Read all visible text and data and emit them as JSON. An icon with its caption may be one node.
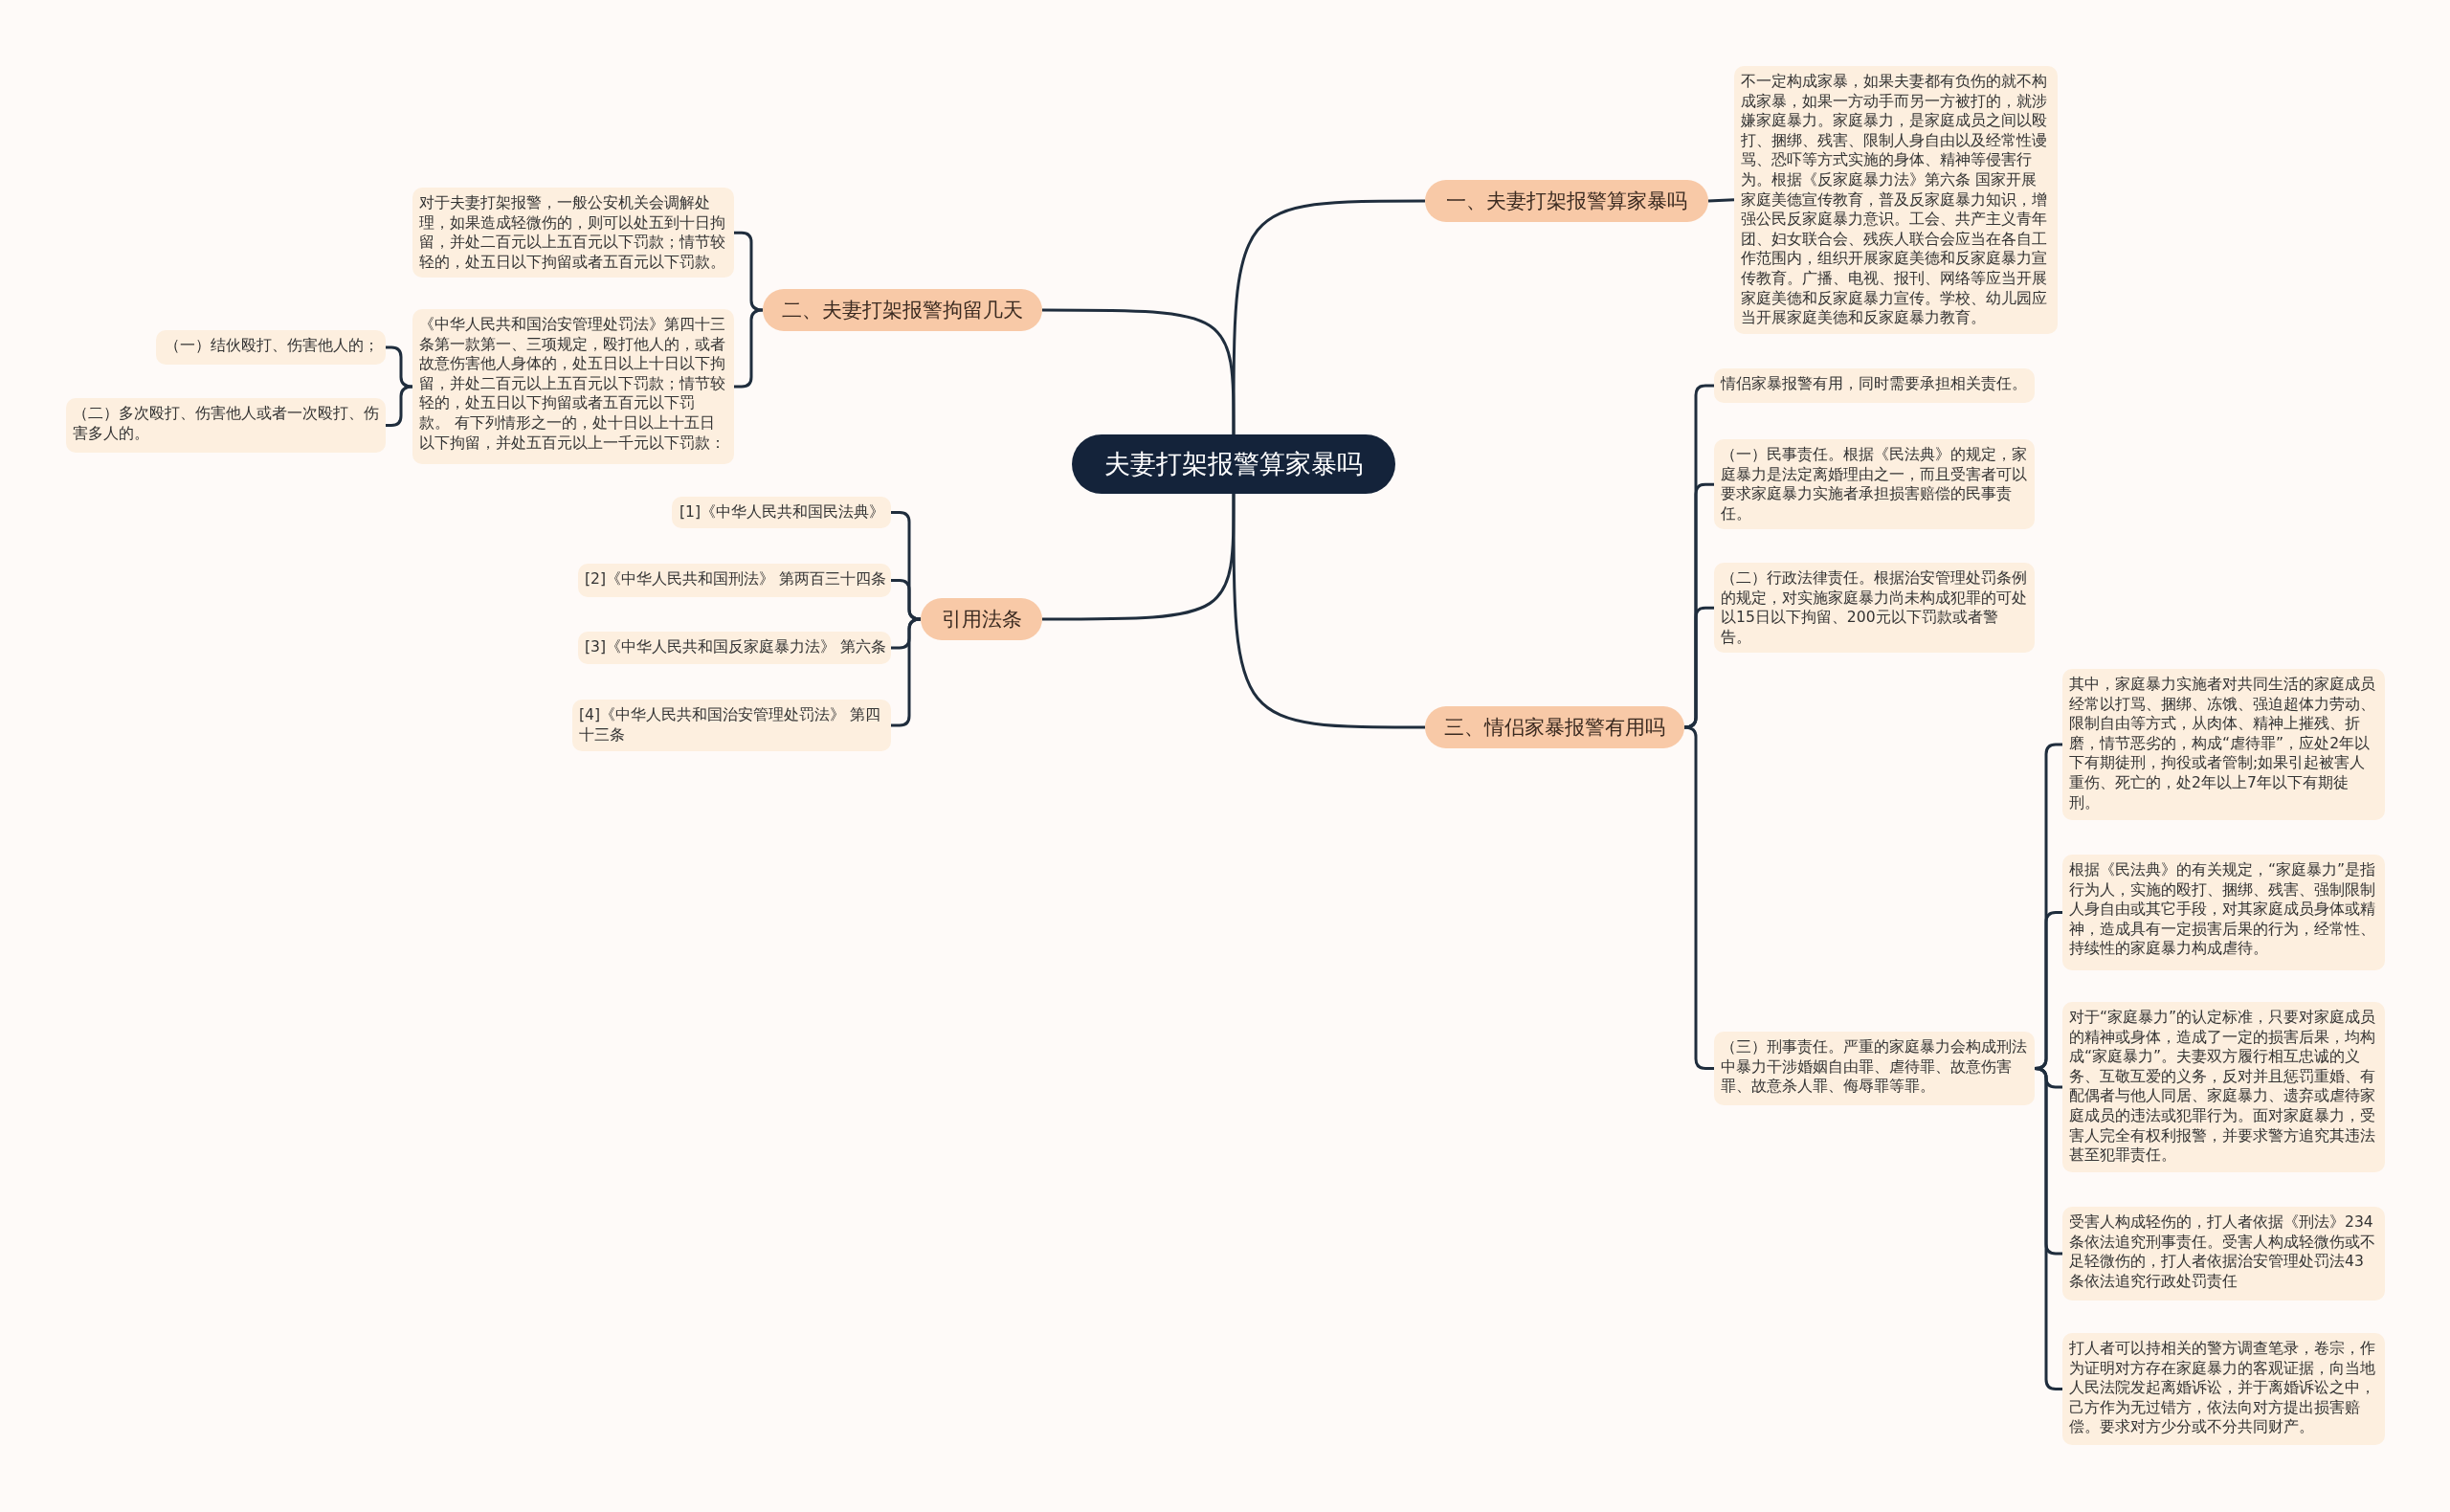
{
  "diagram": {
    "nodes": [
      {
        "text": [
          "夫妻打架报警算家暴吗"
        ]
      },
      {
        "text": [
          "一、夫妻打架报警算家暴吗"
        ]
      },
      {
        "text": [
          "不一定构成家暴，如果夫妻都有负伤的就不构成家暴，如果一方动手而另一方被打的，就涉嫌家庭暴力。家庭暴力，是家庭成员之间以殴打、捆绑、残害、限制人身自由以及经常性谩骂、恐吓等方式实施的身体、精神等侵害行为。根据《反家庭暴力法》第六条 国家开展家庭美德宣传教育，普及反家庭暴力知识，增强公民反家庭暴力意识。工会、共产主义青年团、妇女联合会、残疾人联合会应当在各自工作范围内，组织开展家庭美德和反家庭暴力宣传教育。广播、电视、报刊、网络等应当开展家庭美德和反家庭暴力宣传。学校、幼儿园应当开展家庭美德和反家庭暴力教育。"
        ]
      },
      {
        "text": [
          "二、夫妻打架报警拘留几天"
        ]
      },
      {
        "text": [
          "对于夫妻打架报警，一般公安机关会调解处理，如果造成轻微伤的，则可以处五到十日拘留，并处二百元以上五百元以下罚款；情节较轻的，处五日以下拘留或者五百元以下罚款。"
        ]
      },
      {
        "text": [
          "《中华人民共和国治安管理处罚法》第四十三条第一款第一、三项规定，殴打他人的，或者故意伤害他人身体的，处五日以上十日以下拘留，并处二百元以上五百元以下罚款；情节较轻的，处五日以下拘留或者五百元以下罚款。 有下列情形之一的，处十日以上十五日以下拘留，并处五百元以上一千元以下罚款："
        ]
      },
      {
        "text": [
          "（一）结伙殴打、伤害他人的；"
        ]
      },
      {
        "text": [
          "（二）多次殴打、伤害他人或者一次殴打、伤害多人的。"
        ]
      },
      {
        "text": [
          "引用法条"
        ]
      },
      {
        "text": [
          "[1]《中华人民共和国民法典》"
        ]
      },
      {
        "text": [
          "[2]《中华人民共和国刑法》 第两百三十四条"
        ]
      },
      {
        "text": [
          "[3]《中华人民共和国反家庭暴力法》 第六条"
        ]
      },
      {
        "text": [
          "[4]《中华人民共和国治安管理处罚法》 第四十三条"
        ]
      },
      {
        "text": [
          "三、情侣家暴报警有用吗"
        ]
      },
      {
        "text": [
          "情侣家暴报警有用，同时需要承担相关责任。"
        ]
      },
      {
        "text": [
          "（一）民事责任。根据《民法典》的规定，家庭暴力是法定离婚理由之一，而且受害者可以要求家庭暴力实施者承担损害赔偿的民事责任。"
        ]
      },
      {
        "text": [
          "（二）行政法律责任。根据治安管理处罚条例的规定，对实施家庭暴力尚未构成犯罪的可处以15日以下拘留、200元以下罚款或者警告。"
        ]
      },
      {
        "text": [
          "（三）刑事责任。严重的家庭暴力会构成刑法中暴力干涉婚姻自由罪、虐待罪、故意伤害罪、故意杀人罪、侮辱罪等罪。"
        ]
      },
      {
        "text": [
          "其中，家庭暴力实施者对共同生活的家庭成员经常以打骂、捆绑、冻饿、强迫超体力劳动、限制自由等方式，从肉体、精神上摧残、折磨，情节恶劣的，构成“虐待罪”，应处2年以下有期徒刑，拘役或者管制;如果引起被害人重伤、死亡的，处2年以上7年以下有期徒刑。"
        ]
      },
      {
        "text": [
          "根据《民法典》的有关规定，“家庭暴力”是指行为人，实施的殴打、捆绑、残害、强制限制人身自由或其它手段，对其家庭成员身体或精神，造成具有一定损害后果的行为，经常性、持续性的家庭暴力构成虐待。"
        ]
      },
      {
        "text": [
          "对于“家庭暴力”的认定标准，只要对家庭成员的精神或身体，造成了一定的损害后果，均构成“家庭暴力”。夫妻双方履行相互忠诚的义务、互敬互爱的义务，反对并且惩罚重婚、有配偶者与他人同居、家庭暴力、遗弃或虐待家庭成员的违法或犯罪行为。面对家庭暴力，受害人完全有权利报警，并要求警方追究其违法甚至犯罪责任。"
        ]
      },
      {
        "text": [
          "受害人构成轻伤的，打人者依据《刑法》234条依法追究刑事责任。受害人构成轻微伤或不足轻微伤的，打人者依据治安管理处罚法43条依法追究行政处罚责任"
        ]
      },
      {
        "text": [
          "打人者可以持相关的警方调查笔录，卷宗，作为证明对方存在家庭暴力的客观证据，向当地人民法院发起离婚诉讼，并于离婚诉讼之中，己方作为无过错方，依法向对方提出损害赔偿。要求对方少分或不分共同财产。"
        ]
      }
    ],
    "edges": [
      {
        "from": 0,
        "to": 1,
        "arrow": "none"
      },
      {
        "from": 1,
        "to": 2,
        "arrow": "none"
      },
      {
        "from": 0,
        "to": 3,
        "arrow": "none"
      },
      {
        "from": 3,
        "to": 4,
        "arrow": "none"
      },
      {
        "from": 3,
        "to": 5,
        "arrow": "none"
      },
      {
        "from": 5,
        "to": 6,
        "arrow": "none"
      },
      {
        "from": 5,
        "to": 7,
        "arrow": "none"
      },
      {
        "from": 0,
        "to": 8,
        "arrow": "none"
      },
      {
        "from": 8,
        "to": 9,
        "arrow": "none"
      },
      {
        "from": 8,
        "to": 10,
        "arrow": "none"
      },
      {
        "from": 8,
        "to": 11,
        "arrow": "none"
      },
      {
        "from": 8,
        "to": 12,
        "arrow": "none"
      },
      {
        "from": 0,
        "to": 13,
        "arrow": "none"
      },
      {
        "from": 13,
        "to": 14,
        "arrow": "none"
      },
      {
        "from": 13,
        "to": 15,
        "arrow": "none"
      },
      {
        "from": 13,
        "to": 16,
        "arrow": "none"
      },
      {
        "from": 13,
        "to": 17,
        "arrow": "none"
      },
      {
        "from": 17,
        "to": 18,
        "arrow": "none"
      },
      {
        "from": 17,
        "to": 19,
        "arrow": "none"
      },
      {
        "from": 17,
        "to": 20,
        "arrow": "none"
      },
      {
        "from": 17,
        "to": 21,
        "arrow": "none"
      },
      {
        "from": 17,
        "to": 22,
        "arrow": "none"
      }
    ]
  }
}
